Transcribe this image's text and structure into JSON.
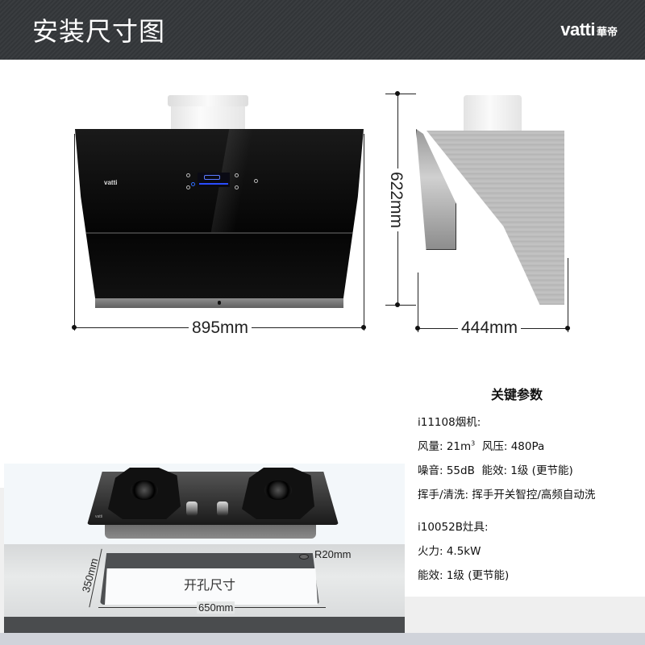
{
  "header": {
    "title": "安装尺寸图",
    "brand_en": "vatti",
    "brand_cn": "華帝",
    "background_color": "#35383b"
  },
  "front_view": {
    "width_label": "895mm",
    "hood_brand": "vatti",
    "panel_color": "#0a0a0a",
    "display_color": "#2a4dff"
  },
  "side_view": {
    "height_label": "622mm",
    "depth_label": "444mm"
  },
  "specs": {
    "heading": "关键参数",
    "hood_model": "i11108烟机:",
    "airflow": "风量: 21m",
    "airflow_sup": "3",
    "pressure": "风压: 480Pa",
    "noise": "噪音: 55dB",
    "hood_efficiency": "能效: 1级 (更节能)",
    "features": "挥手/清洗: 挥手开关智控/高频自动洗",
    "stove_model": "i10052B灶具:",
    "power": "火力: 4.5kW",
    "stove_efficiency": "能效: 1级 (更节能)"
  },
  "cooktop": {
    "brand": "vatti",
    "cutout_label": "开孔尺寸",
    "radius_label": "R20mm",
    "cut_width_label": "650mm",
    "cut_depth_label": "350mm"
  }
}
